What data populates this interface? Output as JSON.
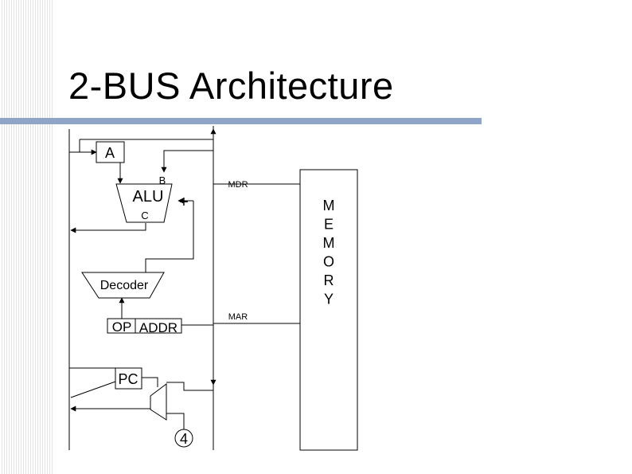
{
  "slide": {
    "title": "2-BUS Architecture"
  },
  "diagram": {
    "register_a": "A",
    "alu_label": "ALU",
    "alu_input_b": "B",
    "alu_output_c": "C",
    "plus_sign": "+",
    "mdr_label": "MDR",
    "mar_label": "MAR",
    "decoder_label": "Decoder",
    "op_label": "OP",
    "addr_label": "ADDR",
    "pc_label": "PC",
    "constant_four": "4",
    "memory_letters": [
      "M",
      "E",
      "M",
      "O",
      "R",
      "Y"
    ]
  }
}
